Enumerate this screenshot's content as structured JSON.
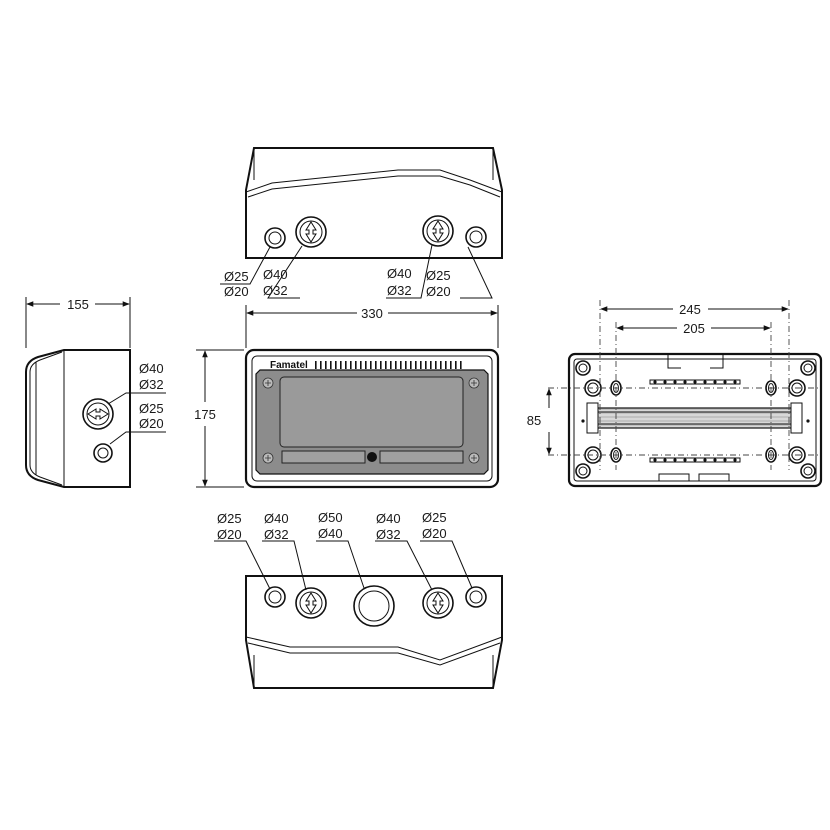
{
  "top_view": {
    "left_small": [
      "Ø25",
      "Ø20"
    ],
    "left_knock": [
      "Ø40",
      "Ø32"
    ],
    "right_knock": [
      "Ø40",
      "Ø32"
    ],
    "right_small": [
      "Ø25",
      "Ø20"
    ]
  },
  "side_view": {
    "knock": [
      "Ø40",
      "Ø32"
    ],
    "small": [
      "Ø25",
      "Ø20"
    ]
  },
  "bottom_view": {
    "left_small": [
      "Ø25",
      "Ø20"
    ],
    "left_knock": [
      "Ø40",
      "Ø32"
    ],
    "center": [
      "Ø50",
      "Ø40"
    ],
    "right_knock": [
      "Ø40",
      "Ø32"
    ],
    "right_small": [
      "Ø25",
      "Ø20"
    ]
  },
  "dimensions": {
    "depth": "155",
    "width": "330",
    "height": "175",
    "rail_outer": "245",
    "rail_inner": "205",
    "rail_spacing": "85"
  },
  "front_view": {
    "brand": "Famatel"
  }
}
